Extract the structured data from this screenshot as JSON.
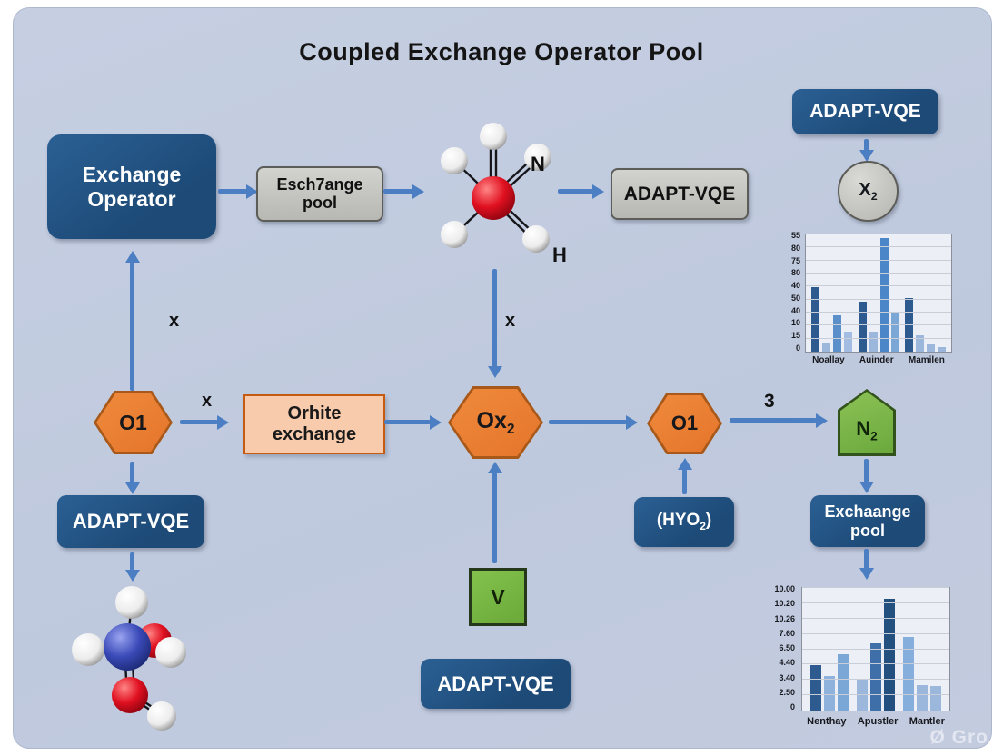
{
  "title": "Coupled Exchange Operator Pool",
  "watermark": "Ø Gro",
  "colors": {
    "background": "#c3ccdf",
    "dark_blue_box": "#1f4e79",
    "gray_box": "#c5c5c1",
    "orange_shape": "#ed7d31",
    "peach_box": "#f8cbad",
    "green_shape": "#76b845",
    "arrow_blue": "#4b7ec2"
  },
  "boxes": {
    "exchange_operator": {
      "line1": "Exchange",
      "line2": "Operator"
    },
    "eschrange_pool": {
      "line1": "Esch7ange",
      "line2": "pool"
    },
    "adapt_vqe_top_gray": {
      "label": "ADAPT-VQE"
    },
    "adapt_vqe_top_right": {
      "label": "ADAPT-VQE"
    },
    "adapt_vqe_left": {
      "label": "ADAPT-VQE"
    },
    "adapt_vqe_bottom": {
      "label": "ADAPT-VQE"
    },
    "orhite_exchange": {
      "line1": "Orhite",
      "line2": "exchange"
    },
    "hyo2": {
      "open": "(HYO",
      "sub": "2",
      "close": ")"
    },
    "exchaange_pool": {
      "line1": "Exchaange",
      "line2": "pool"
    }
  },
  "shapes": {
    "o1_left": {
      "label": "O1"
    },
    "o1_right": {
      "label": "O1"
    },
    "ox2": {
      "base": "Ox",
      "sub": "2"
    },
    "n2": {
      "base": "N",
      "sub": "2"
    },
    "x2": {
      "base": "X",
      "sub": "2"
    },
    "v": {
      "label": "V"
    }
  },
  "edge_labels": {
    "x_vertical_left": "x",
    "x_o1_to_orhite": "x",
    "x_molecule_down": "x",
    "three": "3"
  },
  "molecule_top": {
    "label_n": "N",
    "label_h": "H"
  },
  "chart_data": [
    {
      "type": "bar",
      "position": "top-right",
      "title": "",
      "xlabel": "",
      "ylabel": "",
      "categories": [
        "Noallay",
        "Auinder",
        "Mamilen"
      ],
      "y_tick_labels": [
        "55",
        "80",
        "75",
        "80",
        "40",
        "50",
        "40",
        "10",
        "15",
        "0"
      ],
      "values": [
        55,
        8,
        31,
        17,
        43,
        17,
        97,
        33,
        46,
        14,
        6,
        4
      ],
      "colors": [
        "#2e5b8f",
        "#9bb8dc",
        "#5b8fc9",
        "#a3bde2",
        "#2e5b8f",
        "#9bb8dc",
        "#4a86c8",
        "#7ba7d7",
        "#2e5b8f",
        "#9bb8dc",
        "#9bb8dc",
        "#9bb8dc"
      ],
      "bars_per_group": 4,
      "ylim": [
        0,
        100
      ],
      "grid": true,
      "legend": false
    },
    {
      "type": "bar",
      "position": "bottom-right",
      "title": "",
      "xlabel": "",
      "ylabel": "",
      "categories": [
        "Nenthay",
        "Apustler",
        "Mantler"
      ],
      "y_tick_labels": [
        "10.00",
        "10.20",
        "10.26",
        "7.60",
        "6.50",
        "4.40",
        "3.40",
        "2.50",
        "0"
      ],
      "values": [
        37,
        28,
        46,
        26,
        55,
        91,
        60,
        21,
        20
      ],
      "colors": [
        "#2e5b8f",
        "#8fb2dc",
        "#7ba7d7",
        "#9bb8dc",
        "#3f6fa8",
        "#24507f",
        "#85aedd",
        "#9bb8dc",
        "#9bb8dc"
      ],
      "bars_per_group": 3,
      "ylim": [
        0,
        100
      ],
      "grid": true,
      "legend": false
    }
  ]
}
